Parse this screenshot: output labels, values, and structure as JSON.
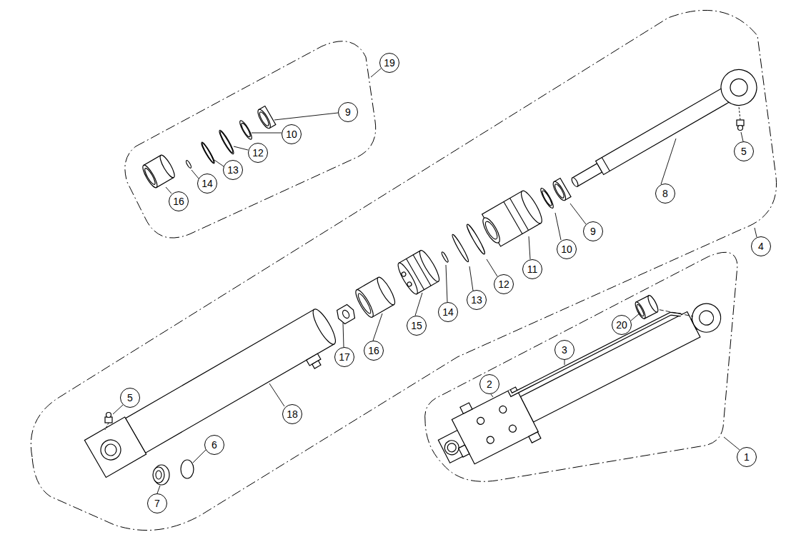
{
  "diagram": {
    "nodes": [
      {
        "text": [
          "19"
        ]
      },
      {
        "text": [
          "9"
        ]
      },
      {
        "text": [
          "10"
        ]
      },
      {
        "text": [
          "12"
        ]
      },
      {
        "text": [
          "13"
        ]
      },
      {
        "text": [
          "14"
        ]
      },
      {
        "text": [
          "16"
        ]
      },
      {
        "text": [
          "5"
        ]
      },
      {
        "text": [
          "8"
        ]
      },
      {
        "text": [
          "9"
        ]
      },
      {
        "text": [
          "10"
        ]
      },
      {
        "text": [
          "4"
        ]
      },
      {
        "text": [
          "11"
        ]
      },
      {
        "text": [
          "12"
        ]
      },
      {
        "text": [
          "13"
        ]
      },
      {
        "text": [
          "14"
        ]
      },
      {
        "text": [
          "15"
        ]
      },
      {
        "text": [
          "20"
        ]
      },
      {
        "text": [
          "3"
        ]
      },
      {
        "text": [
          "16"
        ]
      },
      {
        "text": [
          "17"
        ]
      },
      {
        "text": [
          "2"
        ]
      },
      {
        "text": [
          "5"
        ]
      },
      {
        "text": [
          "18"
        ]
      },
      {
        "text": [
          "6"
        ]
      },
      {
        "text": [
          "1"
        ]
      },
      {
        "text": [
          "7"
        ]
      }
    ]
  }
}
